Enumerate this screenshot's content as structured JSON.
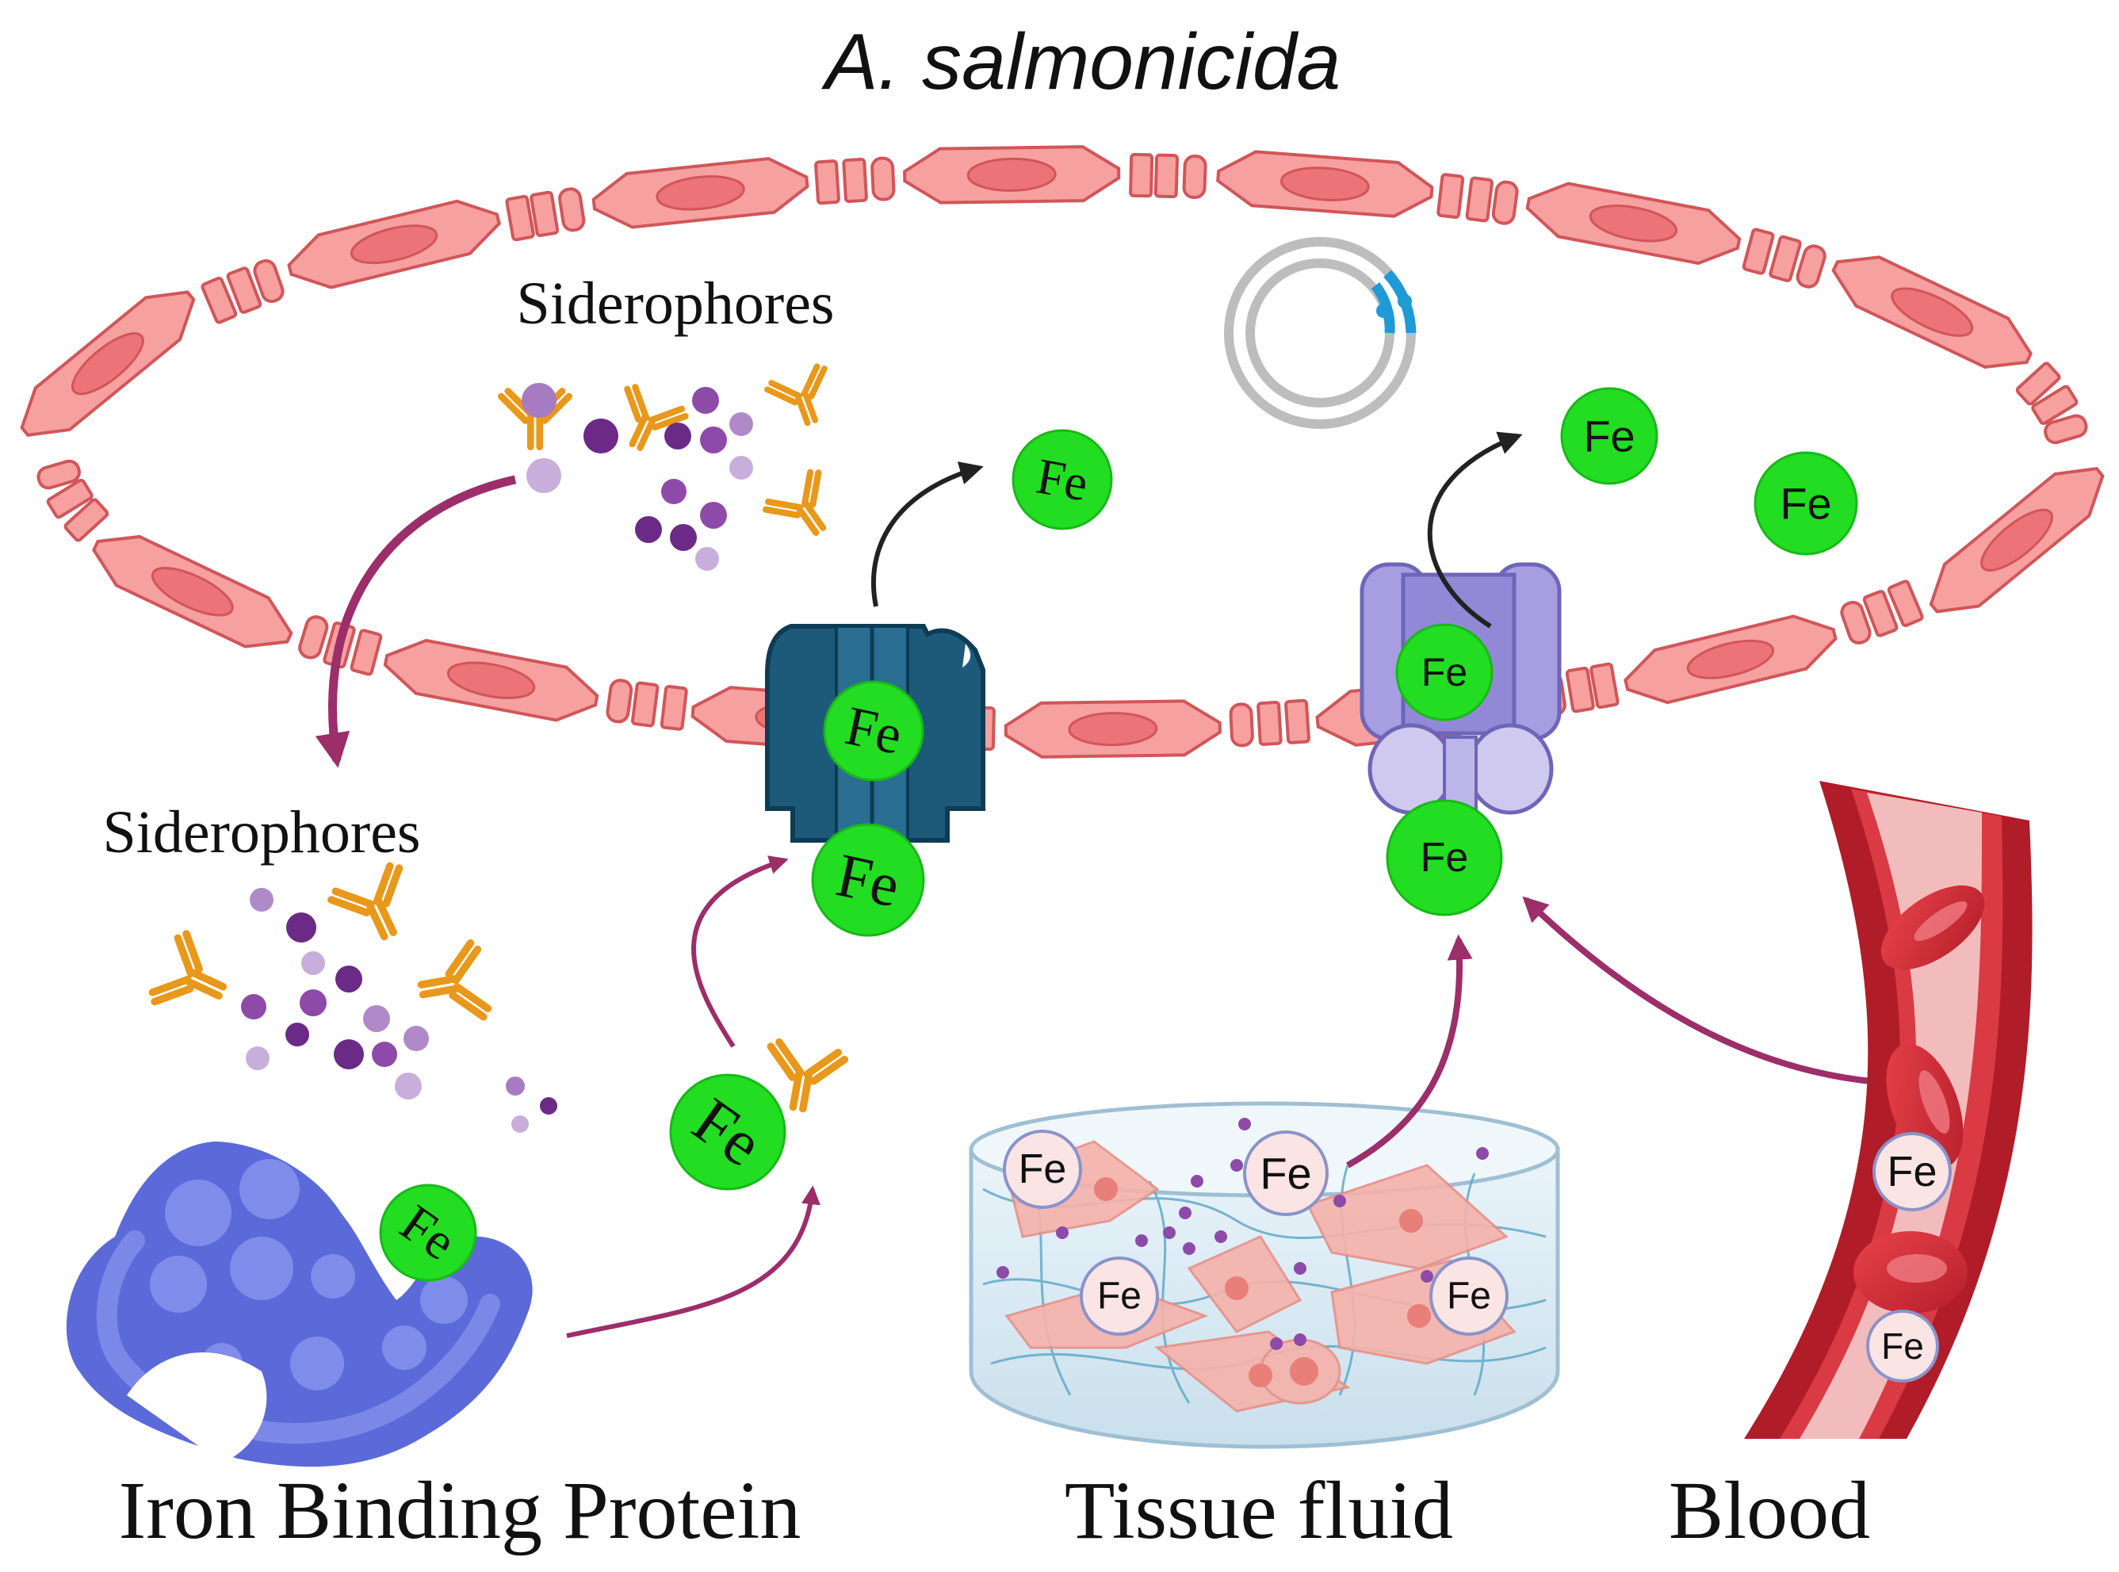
{
  "title": "A. salmonicida",
  "labels": {
    "siderophores_inside": "Siderophores",
    "siderophores_outside": "Siderophores",
    "iron_binding_protein": "Iron Binding Protein",
    "tissue_fluid": "Tissue fluid",
    "blood": "Blood"
  },
  "iron_symbol": "Fe",
  "colors": {
    "iron_green": "#22dd22",
    "membrane_cell": "#f7a0a0",
    "membrane_stroke": "#d0565a",
    "arrow_magenta": "#9c2e6a",
    "arrow_dark": "#222222",
    "siderophore_orange": "#e8981a",
    "iron_binding_protein": "#6878e0",
    "transporter_teal": "#1d5a7a",
    "transporter_lavender": "#a69ee0",
    "vessel_red": "#b01c28",
    "tissue_blue": "#d6e8f2",
    "plasmid_gray": "#bdbdbd",
    "plasmid_blue": "#1e9ad6"
  }
}
